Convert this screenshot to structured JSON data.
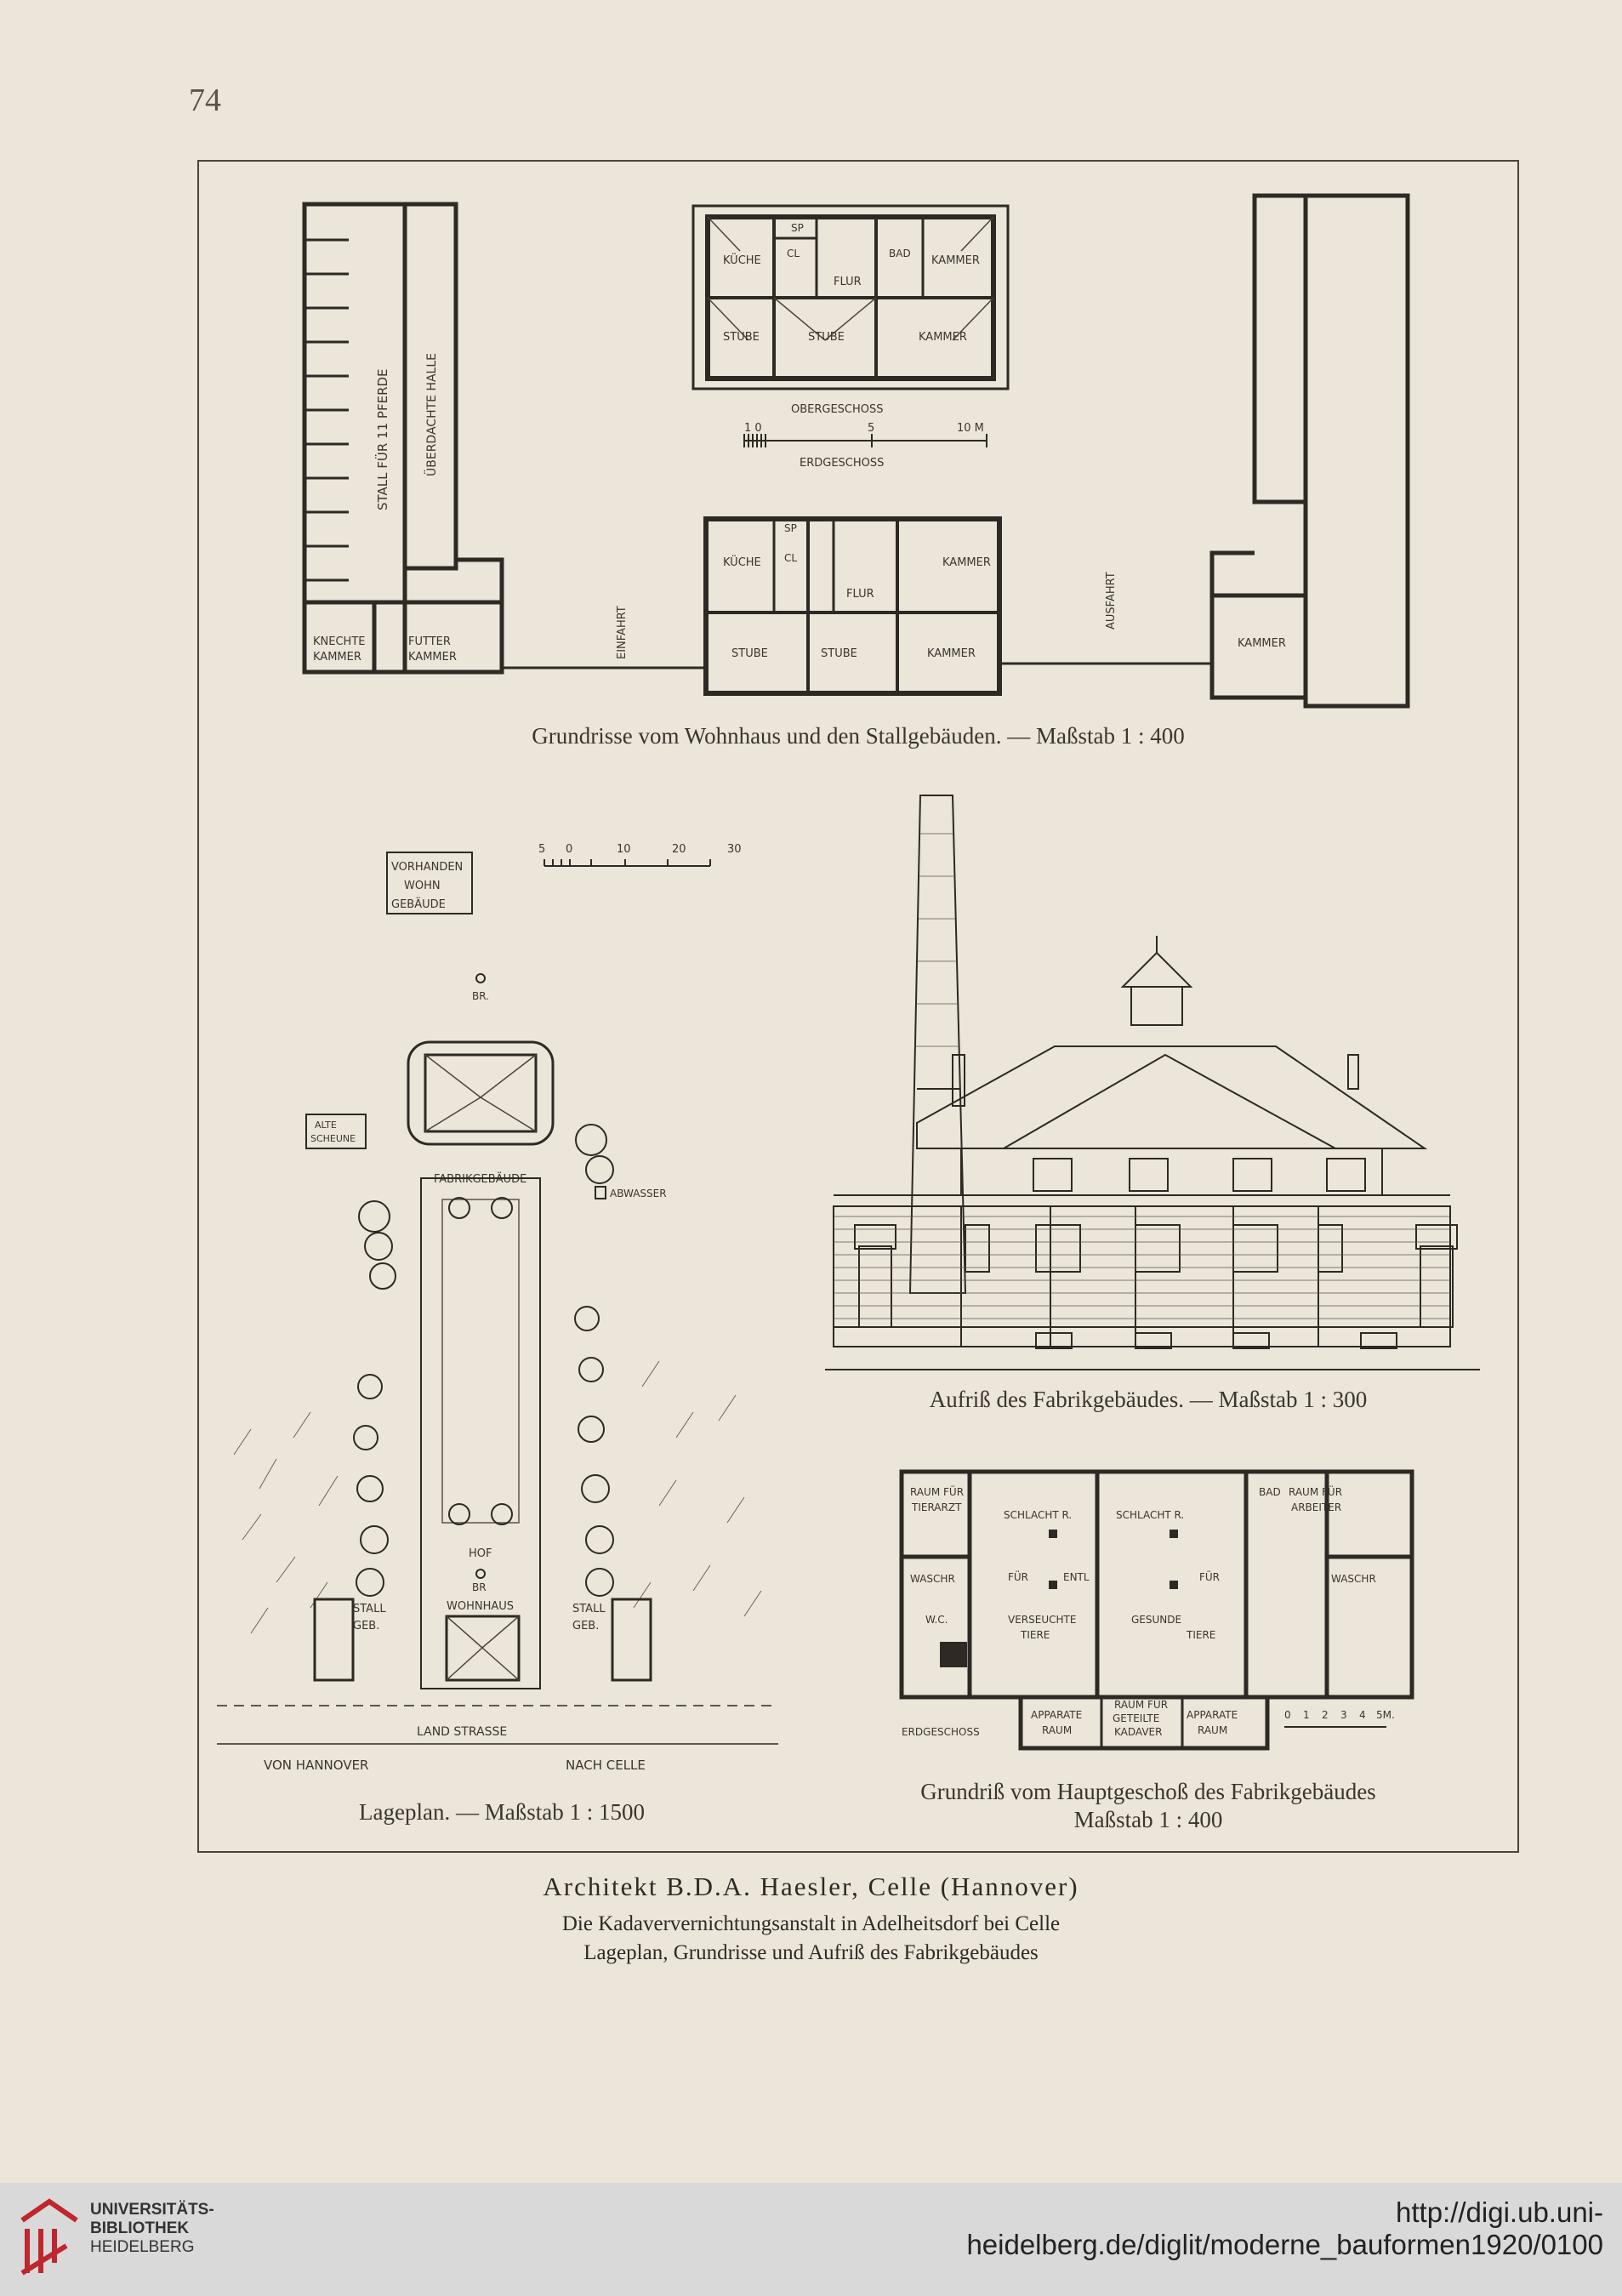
{
  "page_number": "74",
  "top_plan": {
    "caption": "Grundrisse vom Wohnhaus und den Stallgebäuden. — Maßstab 1 : 400",
    "labels": {
      "stall": "STALL FÜR 11 PFERDE",
      "halle": "ÜBERDACHTE HALLE",
      "knechte": "KNECHTE",
      "kammer": "KAMMER",
      "futter": "FUTTER",
      "kueche": "KÜCHE",
      "sp": "SP",
      "cl": "CL",
      "bad": "BAD",
      "flur": "FLUR",
      "stube": "STUBE",
      "obergeschoss": "OBERGESCHOSS",
      "erdgeschoss": "ERDGESCHOSS",
      "einfahrt": "EINFAHRT",
      "ausfahrt": "AUSFAHRT",
      "scale_ticks": [
        "1 0",
        "5",
        "10 M"
      ]
    }
  },
  "site_plan": {
    "caption": "Lageplan. — Maßstab 1 : 1500",
    "labels": {
      "vorhanden": "VORHANDEN",
      "wohn": "WOHN",
      "gebaeude": "GEBÄUDE",
      "scale_ticks": [
        "5",
        "0",
        "10",
        "20",
        "30"
      ],
      "br_top": "BR.",
      "alte": "ALTE",
      "scheune": "SCHEUNE",
      "fabrikgebaeude": "FABRIKGEBÄUDE",
      "abwasser": "ABWASSER",
      "hof": "HOF",
      "br": "BR",
      "wohnhaus": "WOHNHAUS",
      "stall": "STALL",
      "geb": "GEB.",
      "landstrasse": "LAND STRASSE",
      "von_hannover": "VON  HANNOVER",
      "nach_celle": "NACH  CELLE"
    }
  },
  "elevation": {
    "caption": "Aufriß des Fabrikgebäudes. — Maßstab 1 : 300"
  },
  "floor_plan": {
    "caption_line1": "Grundriß vom Hauptgeschoß des Fabrikgebäudes",
    "caption_line2": "Maßstab 1 : 400",
    "labels": {
      "raum_fuer": "RAUM FÜR",
      "tierarzt": "TIERARZT",
      "schlacht": "SCHLACHT R.",
      "bad": "BAD",
      "arbeiter": "ARBEITER",
      "waschr": "WASCHR",
      "fuer": "FÜR",
      "entl": "ENTL",
      "wc": "W.C.",
      "verseuchte": "VERSEUCHTE",
      "tiere": "TIERE",
      "gesunde": "GESUNDE",
      "apparate": "APPARATE",
      "raum": "RAUM",
      "geteilte": "GETEILTE",
      "kadaver": "KADAVER",
      "erdgeschoss": "ERDGESCHOSS",
      "scale_ticks": [
        "0",
        "1",
        "2",
        "3",
        "4",
        "5M."
      ]
    }
  },
  "footer": {
    "architect": "Architekt B.D.A. Haesler, Celle (Hannover)",
    "line2": "Die Kadaververnichtungsanstalt in Adelheitsdorf bei Celle",
    "line3": "Lageplan, Grundrisse und Aufriß des Fabrikgebäudes"
  },
  "library": {
    "line1": "UNIVERSITÄTS-",
    "line2": "BIBLIOTHEK",
    "line3": "HEIDELBERG",
    "url": "http://digi.ub.uni-heidelberg.de/diglit/moderne_bauformen1920/0100",
    "logo_color": "#c0262d"
  }
}
